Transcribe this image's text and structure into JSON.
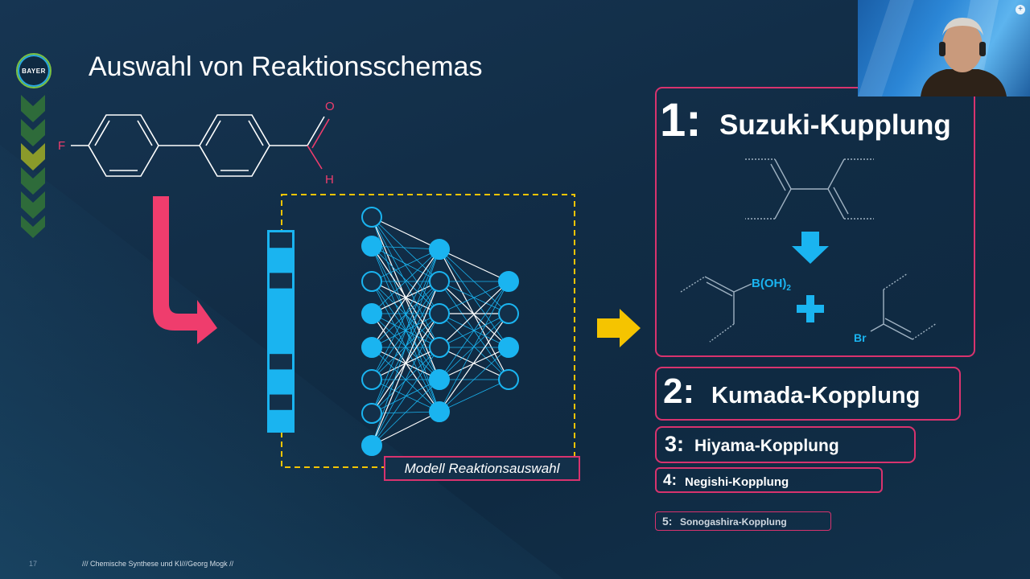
{
  "slide": {
    "title": "Auswahl von Reaktionsschemas",
    "logo_text": "BAYER",
    "footer_page": "17",
    "footer_text": "/// Chemische Synthese und KI///Georg Mogk //"
  },
  "molecule": {
    "atom_f": "F",
    "atom_o": "O",
    "atom_h": "H"
  },
  "model": {
    "label": "Modell Reaktionsauswahl"
  },
  "reactions": [
    {
      "num": "1:",
      "name": "Suzuki-Kupplung"
    },
    {
      "num": "2:",
      "name": "Kumada-Kopplung"
    },
    {
      "num": "3:",
      "name": "Hiyama-Kopplung"
    },
    {
      "num": "4:",
      "name": "Negishi-Kopplung"
    },
    {
      "num": "5:",
      "name": "Sonogashira-Kopplung"
    }
  ],
  "suzuki_scheme": {
    "boronic_acid": "B(OH)",
    "boronic_subscript": "2",
    "halide": "Br"
  },
  "colors": {
    "accent_pink": "#d8336e",
    "accent_blue": "#1ab4f0",
    "accent_yellow": "#f5c400",
    "arrow_red": "#ef3d6d"
  }
}
